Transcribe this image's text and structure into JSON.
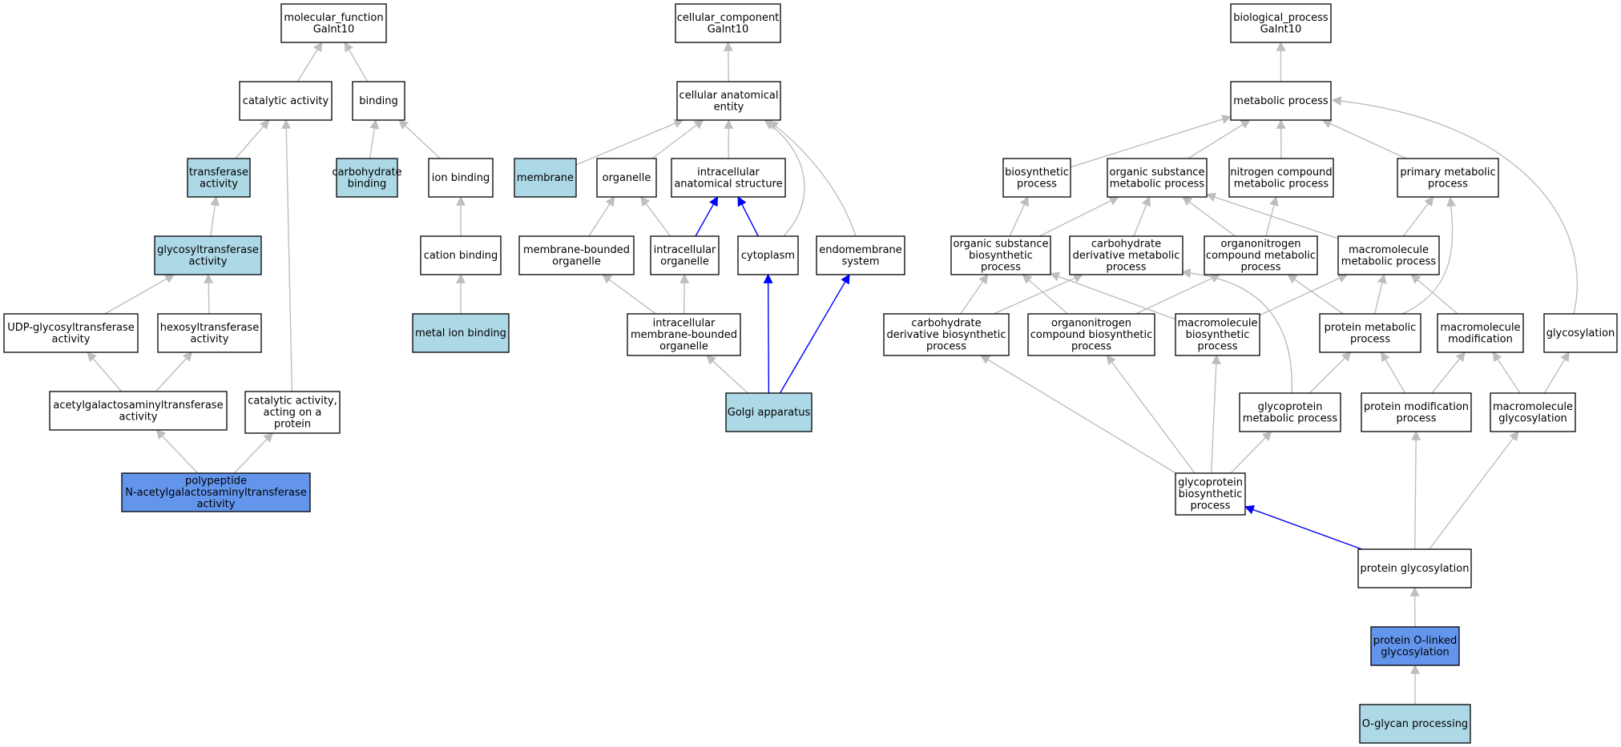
{
  "colors": {
    "plain": "#ffffff",
    "light": "#add8e6",
    "dark": "#6495ed",
    "grey_edge": "#bebebe",
    "blue_edge": "#0000ff"
  },
  "nodes": [
    {
      "id": "mf",
      "lines": [
        "molecular_function",
        "Galnt10"
      ],
      "fill": "plain"
    },
    {
      "id": "catact",
      "lines": [
        "catalytic activity"
      ],
      "fill": "plain"
    },
    {
      "id": "binding",
      "lines": [
        "binding"
      ],
      "fill": "plain"
    },
    {
      "id": "transferase",
      "lines": [
        "transferase",
        "activity"
      ],
      "fill": "light"
    },
    {
      "id": "carbbind",
      "lines": [
        "carbohydrate",
        "binding"
      ],
      "fill": "light"
    },
    {
      "id": "ionbind",
      "lines": [
        "ion binding"
      ],
      "fill": "plain"
    },
    {
      "id": "glycosyl",
      "lines": [
        "glycosyltransferase",
        "activity"
      ],
      "fill": "light"
    },
    {
      "id": "cationbind",
      "lines": [
        "cation binding"
      ],
      "fill": "plain"
    },
    {
      "id": "udp",
      "lines": [
        "UDP-glycosyltransferase",
        "activity"
      ],
      "fill": "plain"
    },
    {
      "id": "hexosyl",
      "lines": [
        "hexosyltransferase",
        "activity"
      ],
      "fill": "plain"
    },
    {
      "id": "metalion",
      "lines": [
        "metal ion binding"
      ],
      "fill": "light"
    },
    {
      "id": "acetyl",
      "lines": [
        "acetylgalactosaminyltransferase",
        "activity"
      ],
      "fill": "plain"
    },
    {
      "id": "catprot",
      "lines": [
        "catalytic activity,",
        "acting on a",
        "protein"
      ],
      "fill": "plain"
    },
    {
      "id": "polypep",
      "lines": [
        "polypeptide",
        "N-acetylgalactosaminyltransferase",
        "activity"
      ],
      "fill": "dark"
    },
    {
      "id": "cc",
      "lines": [
        "cellular_component",
        "Galnt10"
      ],
      "fill": "plain"
    },
    {
      "id": "cae",
      "lines": [
        "cellular anatomical",
        "entity"
      ],
      "fill": "plain"
    },
    {
      "id": "membrane",
      "lines": [
        "membrane"
      ],
      "fill": "light"
    },
    {
      "id": "organelle",
      "lines": [
        "organelle"
      ],
      "fill": "plain"
    },
    {
      "id": "ias",
      "lines": [
        "intracellular",
        "anatomical structure"
      ],
      "fill": "plain"
    },
    {
      "id": "mbo",
      "lines": [
        "membrane-bounded",
        "organelle"
      ],
      "fill": "plain"
    },
    {
      "id": "io",
      "lines": [
        "intracellular",
        "organelle"
      ],
      "fill": "plain"
    },
    {
      "id": "cytoplasm",
      "lines": [
        "cytoplasm"
      ],
      "fill": "plain"
    },
    {
      "id": "endomem",
      "lines": [
        "endomembrane",
        "system"
      ],
      "fill": "plain"
    },
    {
      "id": "imbo",
      "lines": [
        "intracellular",
        "membrane-bounded",
        "organelle"
      ],
      "fill": "plain"
    },
    {
      "id": "golgi",
      "lines": [
        "Golgi apparatus"
      ],
      "fill": "light"
    },
    {
      "id": "bp",
      "lines": [
        "biological_process",
        "Galnt10"
      ],
      "fill": "plain"
    },
    {
      "id": "metab",
      "lines": [
        "metabolic process"
      ],
      "fill": "plain"
    },
    {
      "id": "biosyn",
      "lines": [
        "biosynthetic",
        "process"
      ],
      "fill": "plain"
    },
    {
      "id": "osmp",
      "lines": [
        "organic substance",
        "metabolic process"
      ],
      "fill": "plain"
    },
    {
      "id": "ncmp",
      "lines": [
        "nitrogen compound",
        "metabolic process"
      ],
      "fill": "plain"
    },
    {
      "id": "pmp",
      "lines": [
        "primary metabolic",
        "process"
      ],
      "fill": "plain"
    },
    {
      "id": "osbp",
      "lines": [
        "organic substance",
        "biosynthetic",
        "process"
      ],
      "fill": "plain"
    },
    {
      "id": "cdmp",
      "lines": [
        "carbohydrate",
        "derivative metabolic",
        "process"
      ],
      "fill": "plain"
    },
    {
      "id": "oncmp",
      "lines": [
        "organonitrogen",
        "compound metabolic",
        "process"
      ],
      "fill": "plain"
    },
    {
      "id": "mmp",
      "lines": [
        "macromolecule",
        "metabolic process"
      ],
      "fill": "plain"
    },
    {
      "id": "cdbp",
      "lines": [
        "carbohydrate",
        "derivative biosynthetic",
        "process"
      ],
      "fill": "plain"
    },
    {
      "id": "oncbp",
      "lines": [
        "organonitrogen",
        "compound biosynthetic",
        "process"
      ],
      "fill": "plain"
    },
    {
      "id": "mbp",
      "lines": [
        "macromolecule",
        "biosynthetic",
        "process"
      ],
      "fill": "plain"
    },
    {
      "id": "protmp",
      "lines": [
        "protein metabolic",
        "process"
      ],
      "fill": "plain"
    },
    {
      "id": "mmod",
      "lines": [
        "macromolecule",
        "modification"
      ],
      "fill": "plain"
    },
    {
      "id": "glycosylation",
      "lines": [
        "glycosylation"
      ],
      "fill": "plain"
    },
    {
      "id": "gpmp",
      "lines": [
        "glycoprotein",
        "metabolic process"
      ],
      "fill": "plain"
    },
    {
      "id": "pmod",
      "lines": [
        "protein modification",
        "process"
      ],
      "fill": "plain"
    },
    {
      "id": "mglyc",
      "lines": [
        "macromolecule",
        "glycosylation"
      ],
      "fill": "plain"
    },
    {
      "id": "gpbp",
      "lines": [
        "glycoprotein",
        "biosynthetic",
        "process"
      ],
      "fill": "plain"
    },
    {
      "id": "pglyc",
      "lines": [
        "protein glycosylation"
      ],
      "fill": "plain"
    },
    {
      "id": "polinked",
      "lines": [
        "protein O-linked",
        "glycosylation"
      ],
      "fill": "dark"
    },
    {
      "id": "oglycan",
      "lines": [
        "O-glycan processing"
      ],
      "fill": "light"
    }
  ],
  "edges": [
    {
      "from": "catact",
      "to": "mf",
      "color": "grey_edge"
    },
    {
      "from": "binding",
      "to": "mf",
      "color": "grey_edge"
    },
    {
      "from": "transferase",
      "to": "catact",
      "color": "grey_edge"
    },
    {
      "from": "carbbind",
      "to": "binding",
      "color": "grey_edge"
    },
    {
      "from": "ionbind",
      "to": "binding",
      "color": "grey_edge"
    },
    {
      "from": "glycosyl",
      "to": "transferase",
      "color": "grey_edge"
    },
    {
      "from": "cationbind",
      "to": "ionbind",
      "color": "grey_edge"
    },
    {
      "from": "udp",
      "to": "glycosyl",
      "color": "grey_edge"
    },
    {
      "from": "hexosyl",
      "to": "glycosyl",
      "color": "grey_edge"
    },
    {
      "from": "metalion",
      "to": "cationbind",
      "color": "grey_edge"
    },
    {
      "from": "acetyl",
      "to": "udp",
      "color": "grey_edge"
    },
    {
      "from": "acetyl",
      "to": "hexosyl",
      "color": "grey_edge"
    },
    {
      "from": "catprot",
      "to": "catact",
      "color": "grey_edge"
    },
    {
      "from": "polypep",
      "to": "acetyl",
      "color": "grey_edge"
    },
    {
      "from": "polypep",
      "to": "catprot",
      "color": "grey_edge"
    },
    {
      "from": "cae",
      "to": "cc",
      "color": "grey_edge"
    },
    {
      "from": "membrane",
      "to": "cae",
      "color": "grey_edge"
    },
    {
      "from": "organelle",
      "to": "cae",
      "color": "grey_edge"
    },
    {
      "from": "ias",
      "to": "cae",
      "color": "grey_edge"
    },
    {
      "from": "endomem",
      "to": "cae",
      "color": "grey_edge"
    },
    {
      "from": "cytoplasm",
      "to": "cae",
      "color": "grey_edge"
    },
    {
      "from": "mbo",
      "to": "organelle",
      "color": "grey_edge"
    },
    {
      "from": "io",
      "to": "organelle",
      "color": "grey_edge"
    },
    {
      "from": "io",
      "to": "ias",
      "color": "blue_edge"
    },
    {
      "from": "cytoplasm",
      "to": "ias",
      "color": "blue_edge"
    },
    {
      "from": "imbo",
      "to": "mbo",
      "color": "grey_edge"
    },
    {
      "from": "imbo",
      "to": "io",
      "color": "grey_edge"
    },
    {
      "from": "golgi",
      "to": "imbo",
      "color": "grey_edge"
    },
    {
      "from": "golgi",
      "to": "cytoplasm",
      "color": "blue_edge"
    },
    {
      "from": "golgi",
      "to": "endomem",
      "color": "blue_edge"
    },
    {
      "from": "metab",
      "to": "bp",
      "color": "grey_edge"
    },
    {
      "from": "biosyn",
      "to": "metab",
      "color": "grey_edge"
    },
    {
      "from": "osmp",
      "to": "metab",
      "color": "grey_edge"
    },
    {
      "from": "ncmp",
      "to": "metab",
      "color": "grey_edge"
    },
    {
      "from": "pmp",
      "to": "metab",
      "color": "grey_edge"
    },
    {
      "from": "glycosylation",
      "to": "metab",
      "color": "grey_edge"
    },
    {
      "from": "osbp",
      "to": "biosyn",
      "color": "grey_edge"
    },
    {
      "from": "osbp",
      "to": "osmp",
      "color": "grey_edge"
    },
    {
      "from": "cdmp",
      "to": "osmp",
      "color": "grey_edge"
    },
    {
      "from": "oncmp",
      "to": "osmp",
      "color": "grey_edge"
    },
    {
      "from": "oncmp",
      "to": "ncmp",
      "color": "grey_edge"
    },
    {
      "from": "mmp",
      "to": "osmp",
      "color": "grey_edge"
    },
    {
      "from": "mmp",
      "to": "pmp",
      "color": "grey_edge"
    },
    {
      "from": "cdbp",
      "to": "osbp",
      "color": "grey_edge"
    },
    {
      "from": "cdbp",
      "to": "cdmp",
      "color": "grey_edge"
    },
    {
      "from": "oncbp",
      "to": "osbp",
      "color": "grey_edge"
    },
    {
      "from": "oncbp",
      "to": "oncmp",
      "color": "grey_edge"
    },
    {
      "from": "mbp",
      "to": "osbp",
      "color": "grey_edge"
    },
    {
      "from": "mbp",
      "to": "mmp",
      "color": "grey_edge"
    },
    {
      "from": "protmp",
      "to": "oncmp",
      "color": "grey_edge"
    },
    {
      "from": "protmp",
      "to": "mmp",
      "color": "grey_edge"
    },
    {
      "from": "protmp",
      "to": "pmp",
      "color": "grey_edge"
    },
    {
      "from": "mmod",
      "to": "mmp",
      "color": "grey_edge"
    },
    {
      "from": "gpmp",
      "to": "cdmp",
      "color": "grey_edge"
    },
    {
      "from": "gpmp",
      "to": "protmp",
      "color": "grey_edge"
    },
    {
      "from": "pmod",
      "to": "protmp",
      "color": "grey_edge"
    },
    {
      "from": "pmod",
      "to": "mmod",
      "color": "grey_edge"
    },
    {
      "from": "mglyc",
      "to": "mmod",
      "color": "grey_edge"
    },
    {
      "from": "mglyc",
      "to": "glycosylation",
      "color": "grey_edge"
    },
    {
      "from": "gpbp",
      "to": "cdbp",
      "color": "grey_edge"
    },
    {
      "from": "gpbp",
      "to": "oncbp",
      "color": "grey_edge"
    },
    {
      "from": "gpbp",
      "to": "mbp",
      "color": "grey_edge"
    },
    {
      "from": "gpbp",
      "to": "gpmp",
      "color": "grey_edge"
    },
    {
      "from": "pglyc",
      "to": "gpbp",
      "color": "blue_edge"
    },
    {
      "from": "pglyc",
      "to": "pmod",
      "color": "grey_edge"
    },
    {
      "from": "pglyc",
      "to": "mglyc",
      "color": "grey_edge"
    },
    {
      "from": "polinked",
      "to": "pglyc",
      "color": "grey_edge"
    },
    {
      "from": "oglycan",
      "to": "polinked",
      "color": "grey_edge"
    }
  ]
}
